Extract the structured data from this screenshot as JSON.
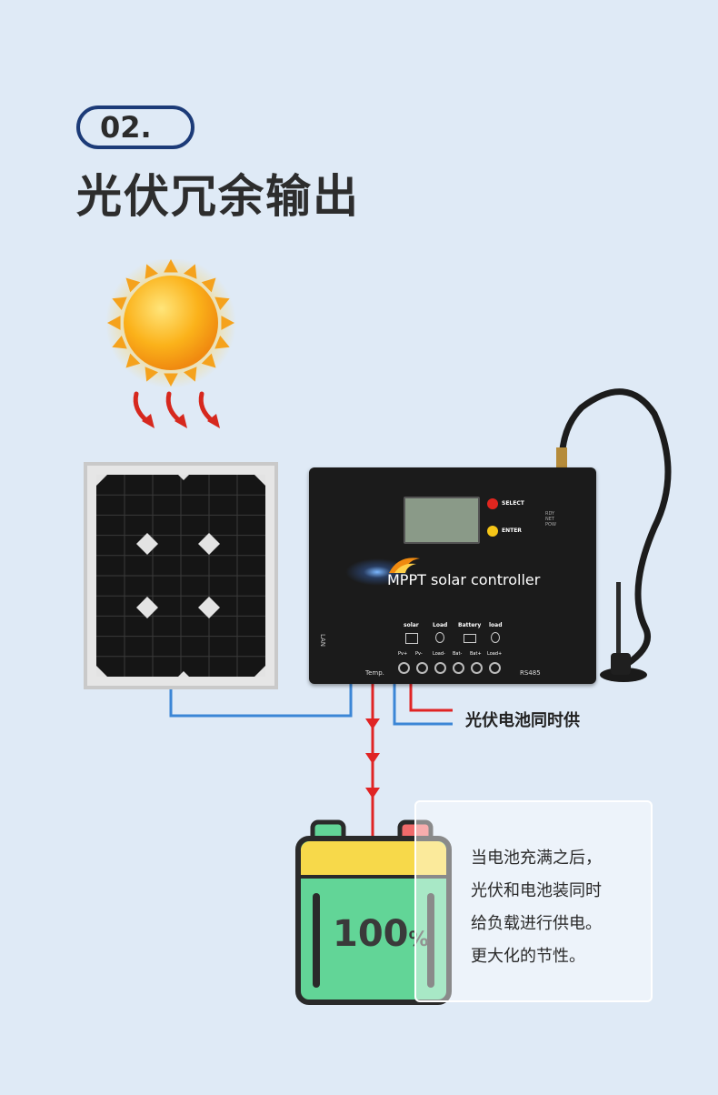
{
  "header": {
    "number": "02.",
    "title": "光伏冗余输出"
  },
  "controller": {
    "brand_name": "MPPT solar controller",
    "btn_select_label": "SELECT",
    "btn_enter_label": "ENTER",
    "leds": [
      "RDY",
      "NET",
      "POW"
    ],
    "port_groups": [
      "solar",
      "Load",
      "Battery",
      "load"
    ],
    "terminals": [
      "Pv+",
      "Pv-",
      "Load-",
      "Bat-",
      "Bat+",
      "Load+"
    ],
    "temp_label": "Temp.",
    "rs485_label": "RS485",
    "side_mark": "LAN"
  },
  "side_label": "光伏电池同时供",
  "info": {
    "lines": [
      "当电池充满之后，",
      "光伏和电池装同时",
      "给负载进行供电。",
      "更大化的节性。"
    ]
  },
  "battery": {
    "percent_number": "100",
    "percent_sign": "%"
  },
  "colors": {
    "background": "#dfeaf6",
    "badge_border": "#1c3b78",
    "wire_blue": "#3b86d6",
    "wire_red": "#e02424",
    "battery_green": "#62d597",
    "battery_yellow": "#f7d94a"
  }
}
